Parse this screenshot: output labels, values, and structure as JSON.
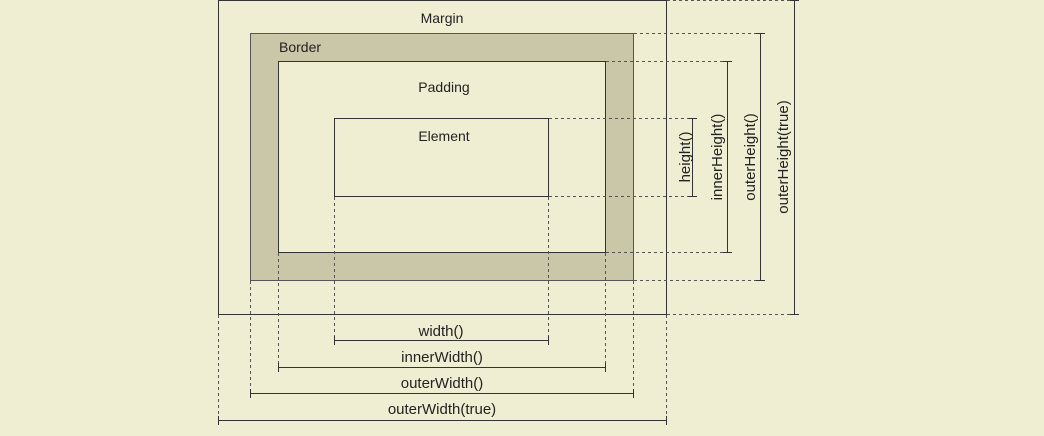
{
  "colors": {
    "background": "#f0eed2",
    "border_fill": "#c9c7a8",
    "line": "#333333",
    "text": "#222222"
  },
  "boxes": {
    "margin": "Margin",
    "border": "Border",
    "padding": "Padding",
    "element": "Element"
  },
  "vertical_measures": {
    "height": "height()",
    "inner_height": "innerHeight()",
    "outer_height": "outerHeight()",
    "outer_height_true": "outerHeight(true)"
  },
  "horizontal_measures": {
    "width": "width()",
    "inner_width": "innerWidth()",
    "outer_width": "outerWidth()",
    "outer_width_true": "outerWidth(true)"
  }
}
